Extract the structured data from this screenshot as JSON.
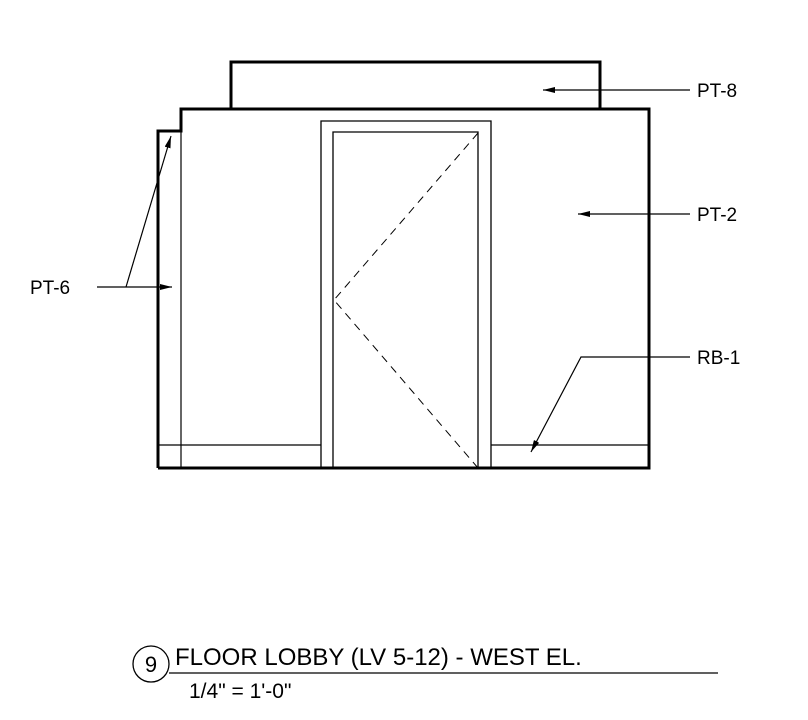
{
  "labels": {
    "pt8": "PT-8",
    "pt2": "PT-2",
    "pt6": "PT-6",
    "rb1": "RB-1"
  },
  "title_block": {
    "number": "9",
    "title": "FLOOR LOBBY (LV 5-12) - WEST EL.",
    "scale": "1/4\" = 1'-0\""
  }
}
